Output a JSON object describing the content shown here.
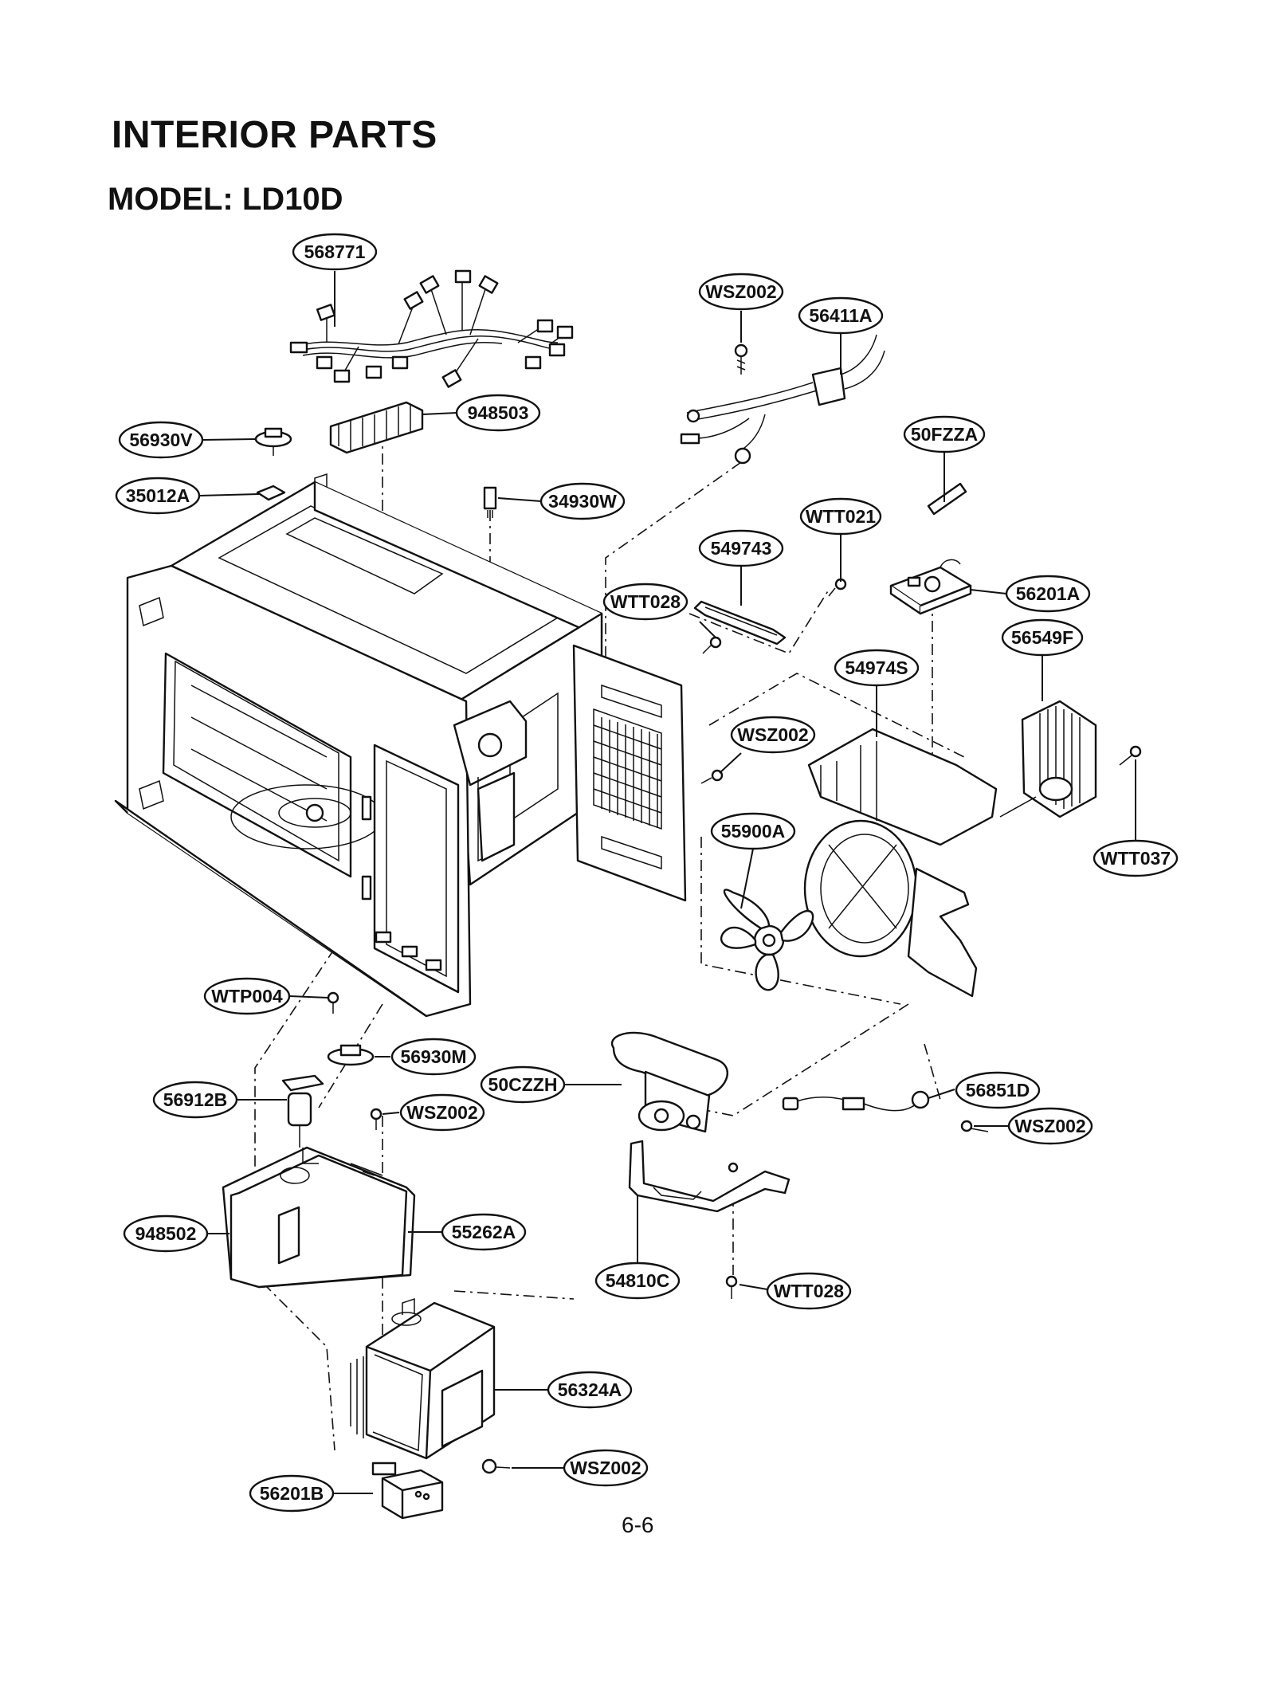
{
  "header": {
    "title": "INTERIOR PARTS",
    "model": "MODEL: LD10D"
  },
  "callouts": [
    {
      "id": "c-568771",
      "label": "568771"
    },
    {
      "id": "c-WSZ002-a",
      "label": "WSZ002"
    },
    {
      "id": "c-56411A",
      "label": "56411A"
    },
    {
      "id": "c-948503",
      "label": "948503"
    },
    {
      "id": "c-56930V",
      "label": "56930V"
    },
    {
      "id": "c-50FZZA",
      "label": "50FZZA"
    },
    {
      "id": "c-35012A",
      "label": "35012A"
    },
    {
      "id": "c-34930W",
      "label": "34930W"
    },
    {
      "id": "c-WTT021",
      "label": "WTT021"
    },
    {
      "id": "c-549743",
      "label": "549743"
    },
    {
      "id": "c-56201A",
      "label": "56201A"
    },
    {
      "id": "c-WTT028-a",
      "label": "WTT028"
    },
    {
      "id": "c-56549F",
      "label": "56549F"
    },
    {
      "id": "c-54974S",
      "label": "54974S"
    },
    {
      "id": "c-WSZ002-b",
      "label": "WSZ002"
    },
    {
      "id": "c-55900A",
      "label": "55900A"
    },
    {
      "id": "c-WTT037",
      "label": "WTT037"
    },
    {
      "id": "c-WTP004",
      "label": "WTP004"
    },
    {
      "id": "c-56930M",
      "label": "56930M"
    },
    {
      "id": "c-50CZZH",
      "label": "50CZZH"
    },
    {
      "id": "c-56851D",
      "label": "56851D"
    },
    {
      "id": "c-56912B",
      "label": "56912B"
    },
    {
      "id": "c-WSZ002-c",
      "label": "WSZ002"
    },
    {
      "id": "c-WSZ002-d",
      "label": "WSZ002"
    },
    {
      "id": "c-948502",
      "label": "948502"
    },
    {
      "id": "c-55262A",
      "label": "55262A"
    },
    {
      "id": "c-54810C",
      "label": "54810C"
    },
    {
      "id": "c-WTT028-b",
      "label": "WTT028"
    },
    {
      "id": "c-56324A",
      "label": "56324A"
    },
    {
      "id": "c-WSZ002-e",
      "label": "WSZ002"
    },
    {
      "id": "c-56201B",
      "label": "56201B"
    }
  ],
  "footer": {
    "page_number": "6-6"
  }
}
